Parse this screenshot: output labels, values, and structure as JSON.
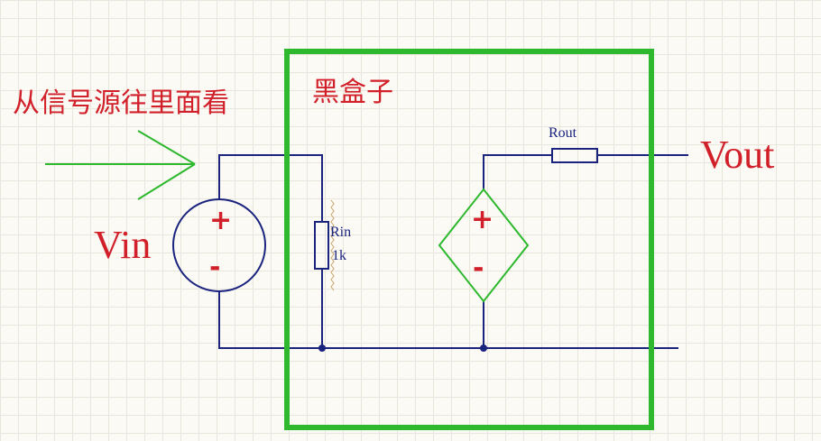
{
  "labels": {
    "source_view": "从信号源往里面看",
    "black_box": "黑盒子",
    "vin": "Vin",
    "vout": "Vout",
    "rin_name": "Rin",
    "rin_value": "1k",
    "rout_name": "Rout",
    "plus": "+",
    "minus": "-"
  },
  "colors": {
    "wire": "#1a237e",
    "black_box_border": "#2db82d",
    "arrow": "#2db82d",
    "dependent_source": "#2db82d",
    "text_red": "#d1202a",
    "background": "#fbfaf5"
  }
}
